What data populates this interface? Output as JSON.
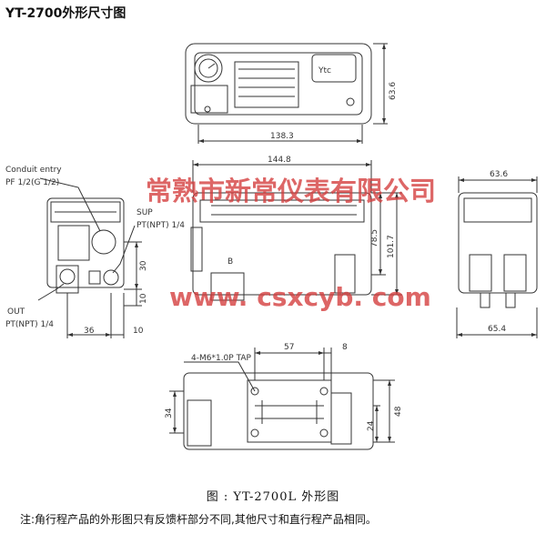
{
  "title": "YT-2700外形尺寸图",
  "caption": "图 : YT-2700L 外形图",
  "note": "注:角行程产品的外形图只有反馈杆部分不同,其他尺寸和直行程产品相同。",
  "watermark": {
    "line1": "常熟市新常仪表有限公司",
    "line2": "www. csxcyb. com",
    "color": "#d43c3c"
  },
  "logo_text": "Ytc",
  "views": {
    "top": {
      "width": "138.3",
      "height": "63.6"
    },
    "side": {
      "conduit_label_1": "Conduit entry",
      "conduit_label_2": "PF 1/2(G 1/2)",
      "sup_label_1": "SUP",
      "sup_label_2": "PT(NPT) 1/4",
      "out_label_1": "OUT",
      "out_label_2": "PT(NPT) 1/4",
      "dim_30": "30",
      "dim_10a": "10",
      "dim_36": "36",
      "dim_10b": "10"
    },
    "front": {
      "width": "144.8",
      "height1": "78.5",
      "height2": "101.7",
      "mark": "B"
    },
    "right": {
      "width_top": "63.6",
      "width_bottom": "65.4"
    },
    "bottom": {
      "tap": "4-M6*1.0P TAP",
      "dim_57": "57",
      "dim_8": "8",
      "dim_34": "34",
      "dim_24": "24",
      "dim_48": "48"
    }
  }
}
